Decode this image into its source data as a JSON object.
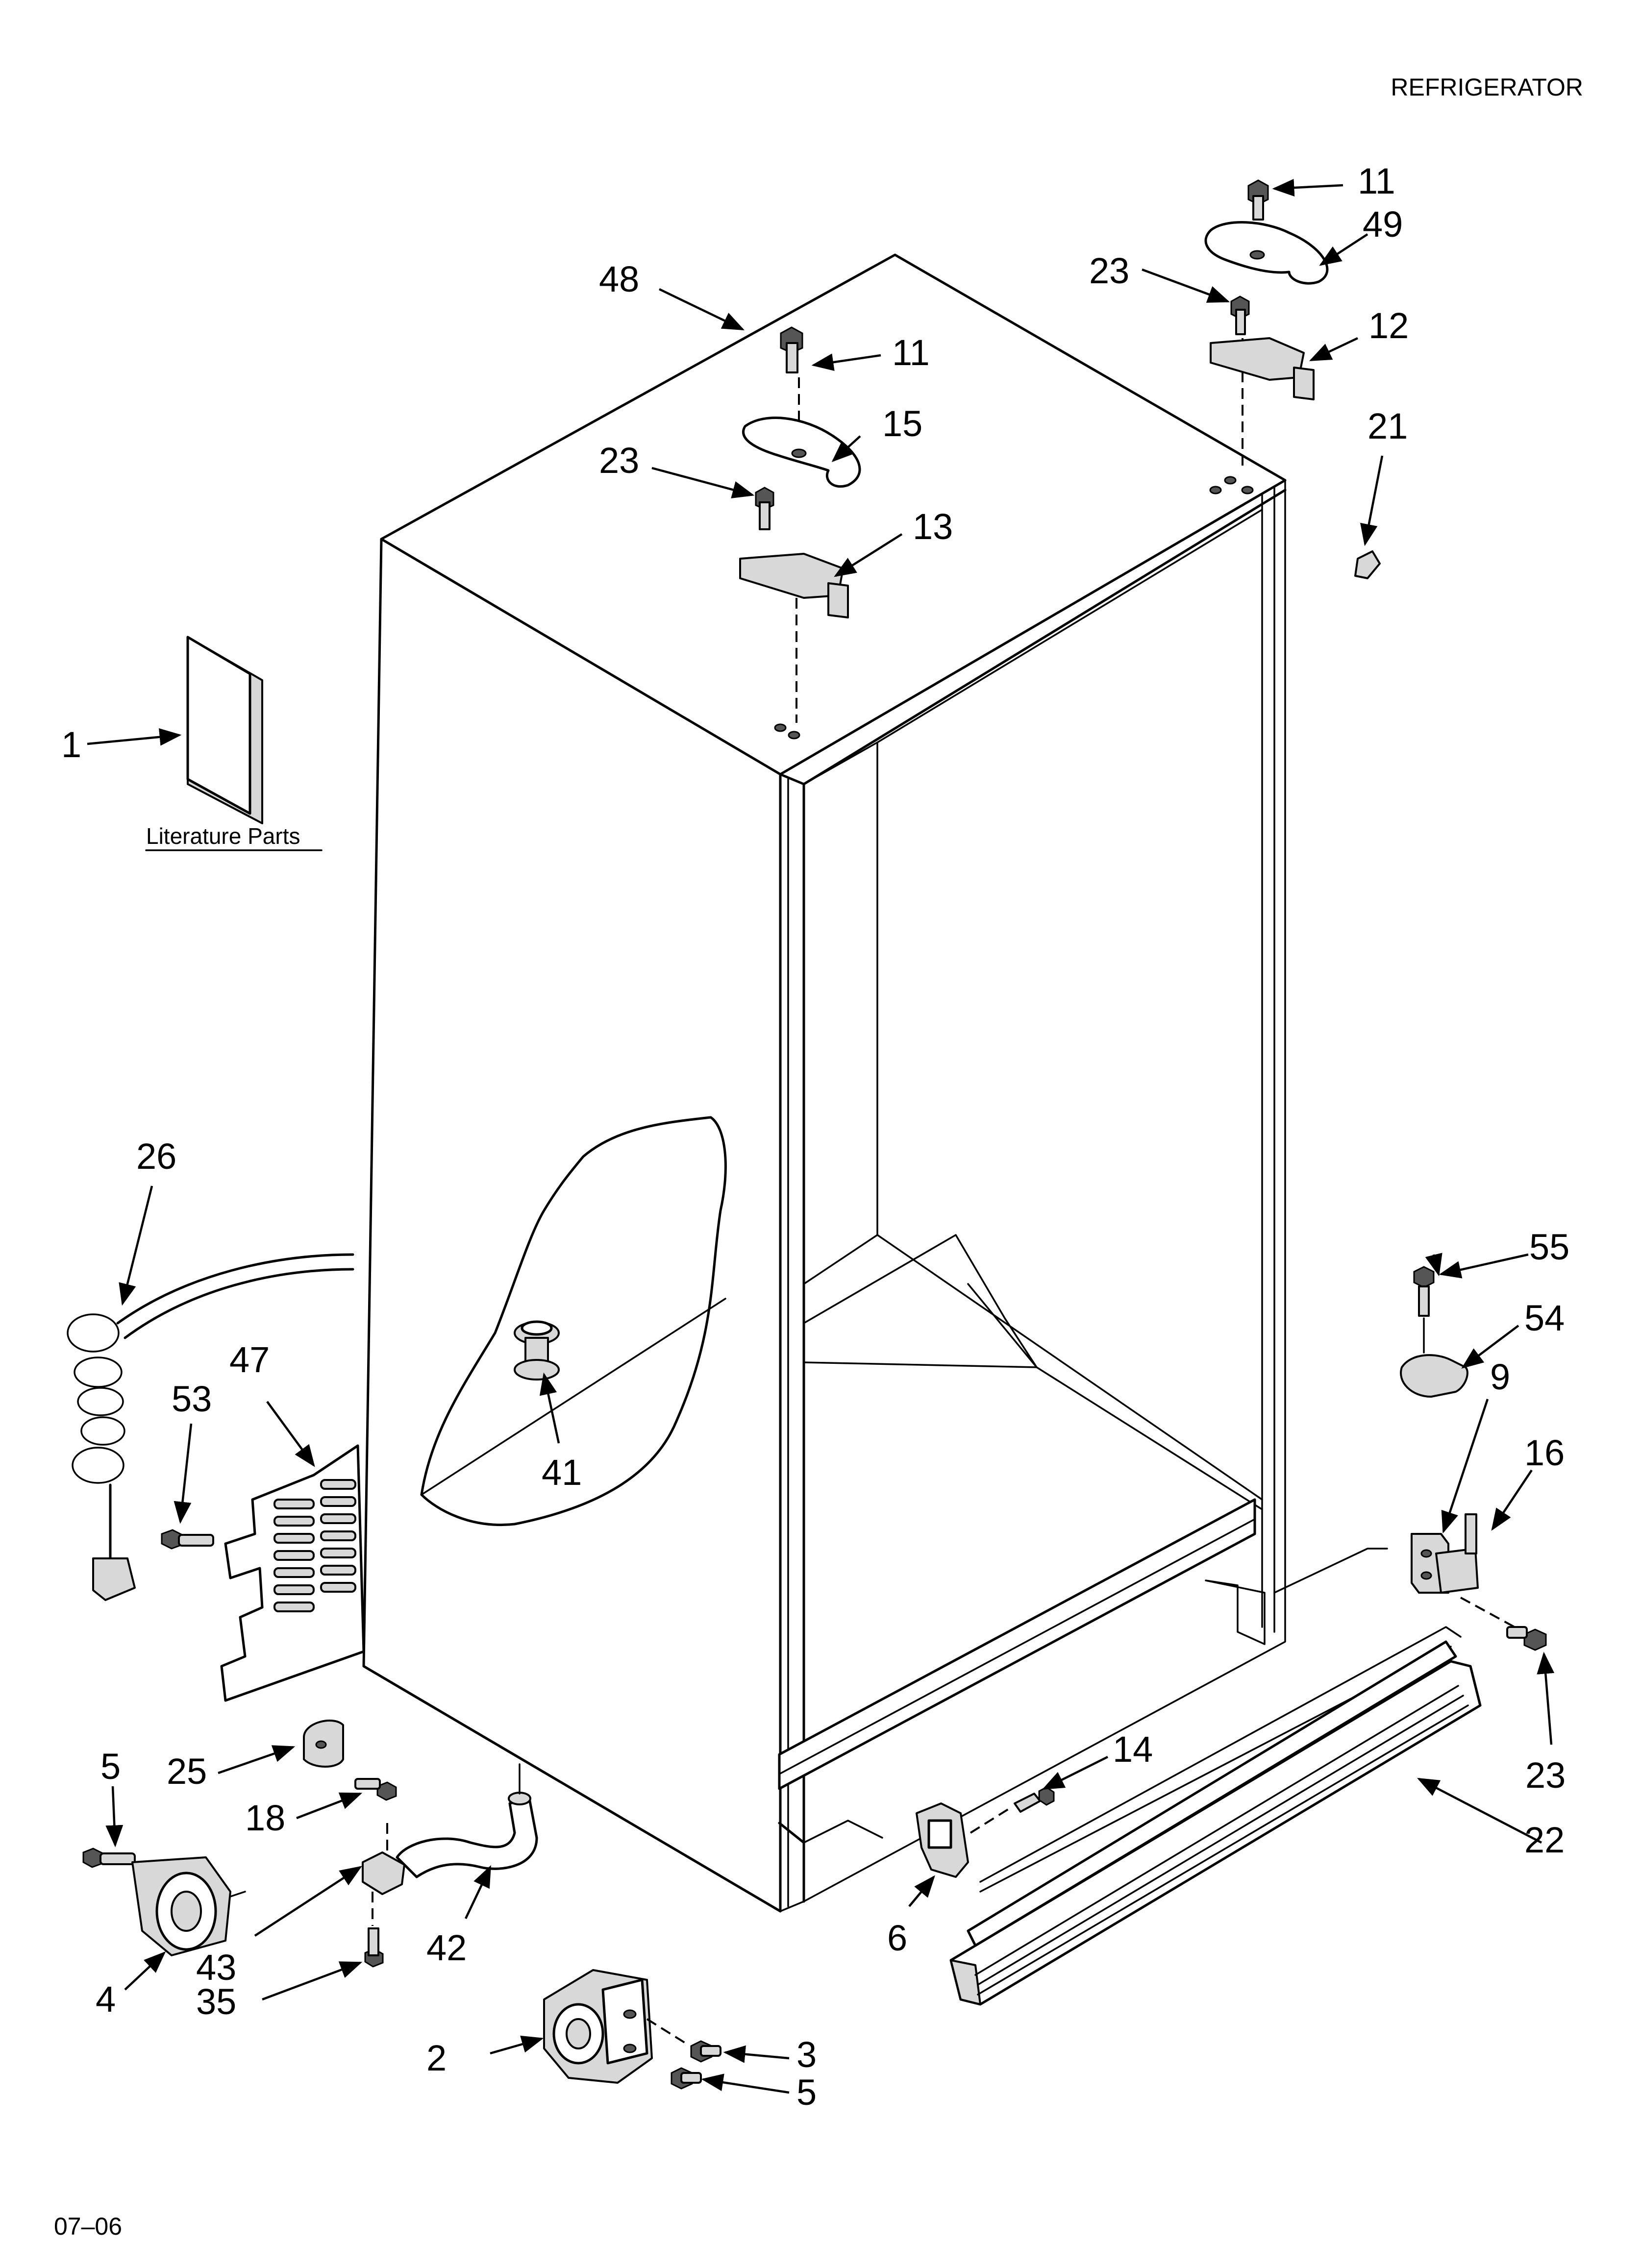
{
  "header": {
    "title": "REFRIGERATOR"
  },
  "footer": {
    "code": "07–06"
  },
  "literature": {
    "caption": "Literature Parts"
  },
  "callouts": {
    "c1": "1",
    "c2": "2",
    "c3": "3",
    "c4": "4",
    "c5a": "5",
    "c5b": "5",
    "c6": "6",
    "c9": "9",
    "c11a": "11",
    "c11b": "11",
    "c12": "12",
    "c13": "13",
    "c14": "14",
    "c15": "15",
    "c16": "16",
    "c18": "18",
    "c21": "21",
    "c22": "22",
    "c23a": "23",
    "c23b": "23",
    "c23c": "23",
    "c25": "25",
    "c26": "26",
    "c35": "35",
    "c41": "41",
    "c42": "42",
    "c43": "43",
    "c47": "47",
    "c48": "48",
    "c49": "49",
    "c53": "53",
    "c54": "54",
    "c55": "55"
  }
}
